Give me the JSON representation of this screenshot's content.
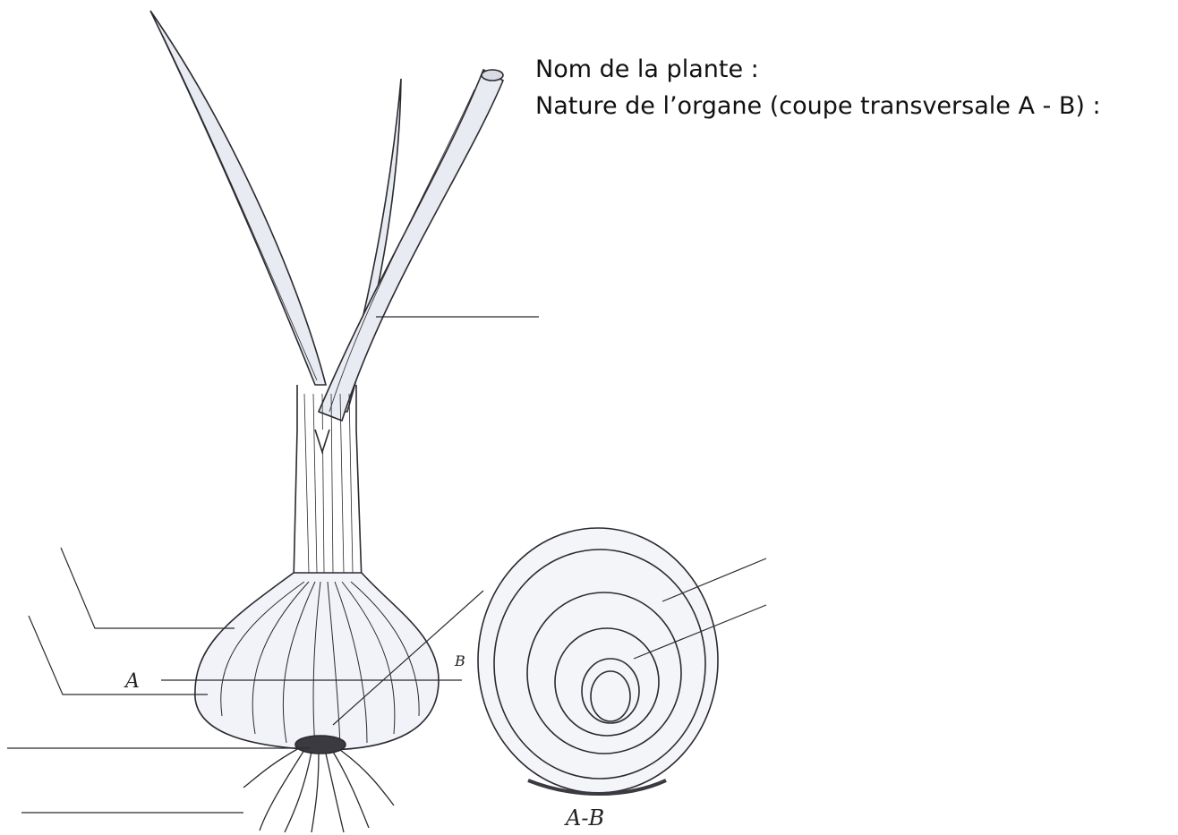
{
  "questions": {
    "plant_name": "Nom de la plante :",
    "organ_nature": "Nature de l’organe (coupe transversale A - B) :"
  },
  "labels": {
    "a": "A",
    "b": "B",
    "section": "A-B"
  },
  "colors": {
    "ink": "#2a2a30",
    "leaf_fill": "#e9ebf2",
    "bulb_fill": "#f2f3f8",
    "section_fill": "#f4f5f9",
    "base_fill": "#3a3a40"
  }
}
